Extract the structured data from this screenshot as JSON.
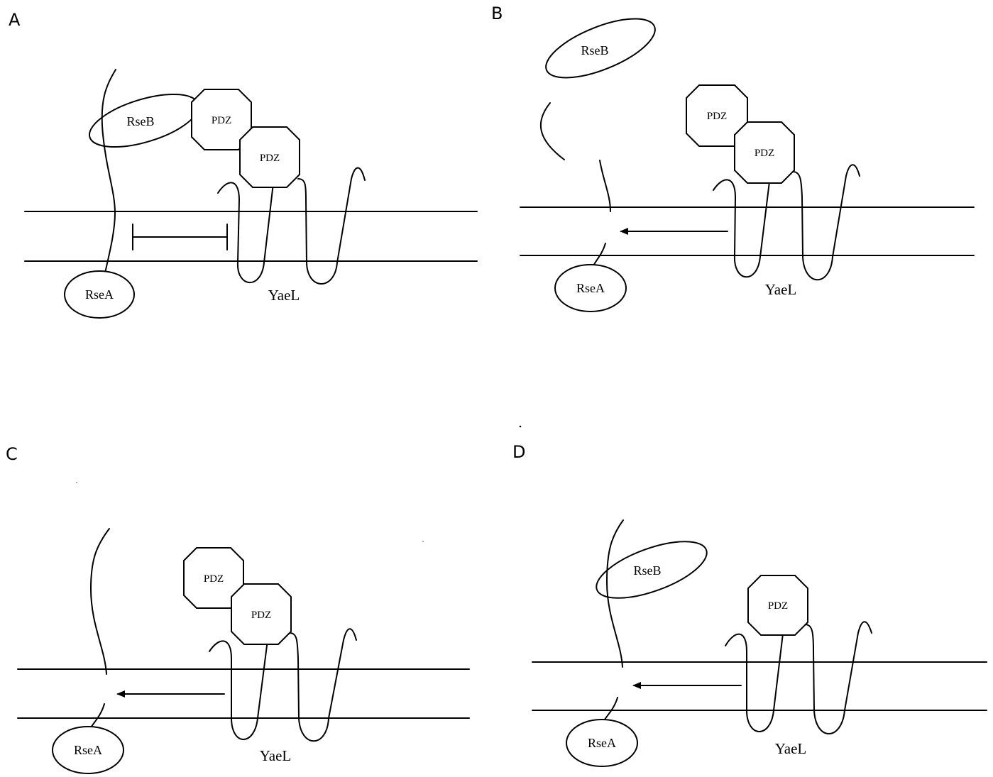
{
  "panels": [
    {
      "letter": "A",
      "labels": {
        "rseb": "RseB",
        "rsea": "RseA",
        "yael": "YaeL",
        "pdz1": "PDZ",
        "pdz2": "PDZ"
      }
    },
    {
      "letter": "B",
      "labels": {
        "rseb": "RseB",
        "rsea": "RseA",
        "yael": "YaeL",
        "pdz1": "PDZ",
        "pdz2": "PDZ"
      }
    },
    {
      "letter": "C",
      "labels": {
        "rsea": "RseA",
        "yael": "YaeL",
        "pdz1": "PDZ",
        "pdz2": "PDZ"
      }
    },
    {
      "letter": "D",
      "labels": {
        "rseb": "RseB",
        "rsea": "RseA",
        "yael": "YaeL",
        "pdz1": "PDZ"
      }
    }
  ]
}
